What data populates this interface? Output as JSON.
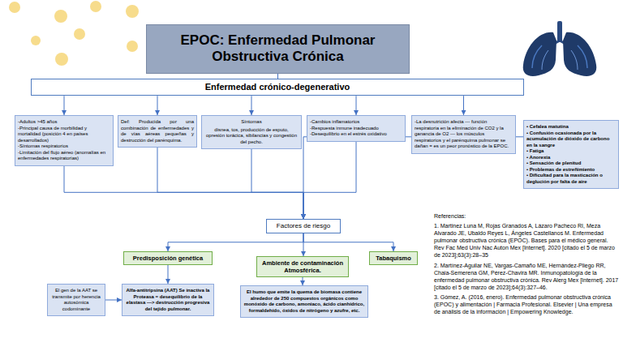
{
  "diagram": {
    "title": "EPOC: Enfermedad Pulmonar Obstructiva Crónica",
    "nodes": [
      {
        "text": [
          "EPOC: Enfermedad Pulmonar Obstructiva Crónica"
        ]
      },
      {
        "text": [
          "Enfermedad crónico-degenerativo"
        ]
      },
      {
        "text": [
          "-Adultos >45 años",
          "-Principal causa de morbilidad y mortalidad (posición 4 en países desarrollados)",
          "-Síntomas respiratorios",
          "-Limitación del flujo aéreo (anomalías en enfermedades respiratorias)"
        ]
      },
      {
        "text": [
          "Def: Producida por una combinación de enfermedades y de vías aéreas pequeñas y destrucción del parénquima."
        ]
      },
      {
        "text": [
          "Síntomas",
          "disnea, tos, producción de esputo, opresión torácica, sibilancias y congestión del pecho."
        ]
      },
      {
        "text": [
          "-Cambios inflamatorios",
          "-Respuesta inmune inadecuado",
          "-Desequilibrio en el estrés oxidativo"
        ]
      },
      {
        "text": [
          "-La desnutrición afecta --- función respiratoria en la eliminación de CO2 y la ganancia de O2 --- los músculos respiratorios y el parénquima pulmonar se dañan = es un peor pronóstico de la EPOC."
        ]
      },
      {
        "text": [
          "• Cefalea matutina",
          "• Confusión ocasionada por la acumulación de dióxido de carbono en la sangre",
          "• Fatiga",
          "• Anorexia",
          "• Sensación de plenitud",
          "• Problemas de estreñimiento",
          "• Dificultad para la masticación o deglución por falta de aire"
        ]
      },
      {
        "text": [
          "Factores de riesgo"
        ]
      },
      {
        "text": [
          "Predisposición genética"
        ]
      },
      {
        "text": [
          "Ambiente de contaminación Atmosférica."
        ]
      },
      {
        "text": [
          "Tabaquismo"
        ]
      },
      {
        "text": [
          "El gen de la AAT se transmite por herencia autosómica codominante"
        ]
      },
      {
        "text": [
          "Alfa-antitripsina (AAT) Se inactiva la Proteasa = desequilibrio de la elastasa ---> destrucción progresiva del tejido pulmonar."
        ]
      },
      {
        "text": [
          "El humo que emite la quema de biomasa contiene alrededor de 250 compuestos orgánicos como monóxido de carbono, amoniaco, ácido cianhídrico, formaldehído, óxidos de nitrógeno y azufre, etc."
        ]
      }
    ],
    "edges": [
      {
        "from": 0,
        "to": 1,
        "arrow": "none"
      },
      {
        "from": 1,
        "to": 2,
        "arrow": "to"
      },
      {
        "from": 1,
        "to": 3,
        "arrow": "to"
      },
      {
        "from": 1,
        "to": 4,
        "arrow": "to"
      },
      {
        "from": 1,
        "to": 5,
        "arrow": "to"
      },
      {
        "from": 1,
        "to": 6,
        "arrow": "to"
      },
      {
        "from": 6,
        "to": 7,
        "arrow": "none"
      },
      {
        "from": 2,
        "to": 8,
        "arrow": "to"
      },
      {
        "from": 3,
        "to": 8,
        "arrow": "to"
      },
      {
        "from": 4,
        "to": 8,
        "arrow": "to"
      },
      {
        "from": 5,
        "to": 8,
        "arrow": "to"
      },
      {
        "from": 6,
        "to": 8,
        "arrow": "to"
      },
      {
        "from": 8,
        "to": 9,
        "arrow": "to"
      },
      {
        "from": 8,
        "to": 10,
        "arrow": "to"
      },
      {
        "from": 8,
        "to": 11,
        "arrow": "to"
      },
      {
        "from": 9,
        "to": 13,
        "arrow": "to"
      },
      {
        "from": 12,
        "to": 13,
        "arrow": "to"
      },
      {
        "from": 10,
        "to": 14,
        "arrow": "to"
      }
    ],
    "labels": [
      "Referencias:",
      "1. Martinez Luna M, Rojas Granados A, Lázaro Pacheco RI, Meza Alvarado JE, Ubaldo Reyes L, Ángeles Castellanos M. Enfermedad pulmonar obstructiva crónica (EPOC). Bases para el médico general. Rev Fac Med Univ Nac Auton Mex [Internet]. 2020 [citado el 5 de marzo de 2023];63(3):28–35",
      "2. Martínez-Aguilar NE, Vargas-Camaño ME, Hernández-Pliego RR, Chaia-Semerena GM, Pérez-Chavira MR. Inmunopatología de la enfermedad pulmonar obstructiva crónica. Rev Alerg Mex [Internet]. 2017 [citado el 5 de marzo de 2023];64(3):327–46.",
      "3. Gómez, A. (2016, enero). Enfermedad pulmonar obstructiva crónica (EPOC) y alimentación | Farmacia Profesional. Elsevier | Una empresa de análisis de la información | Empowering Knowledge."
    ]
  }
}
